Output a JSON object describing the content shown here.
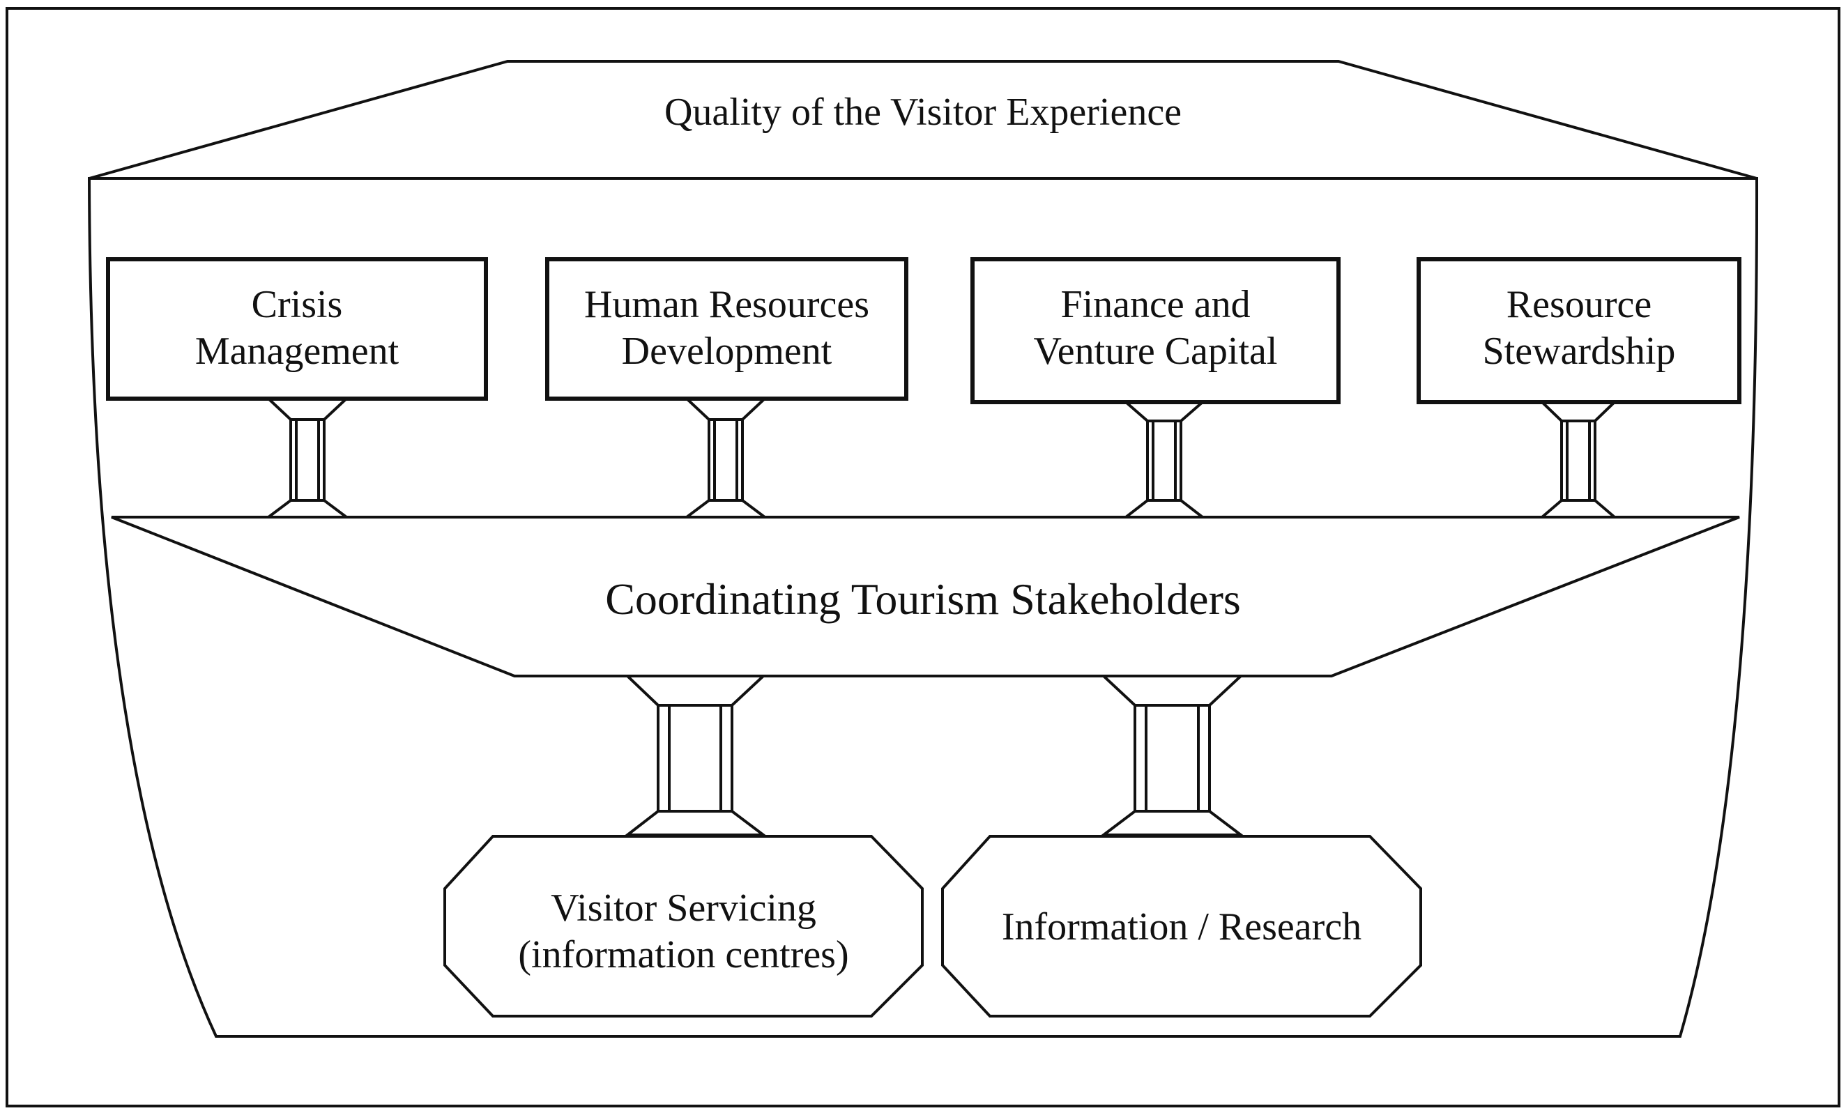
{
  "diagram": {
    "top_label": "Quality of the Visitor Experience",
    "boxes": [
      {
        "line1": "Crisis",
        "line2": "Management"
      },
      {
        "line1": "Human Resources",
        "line2": "Development"
      },
      {
        "line1": "Finance and",
        "line2": "Venture Capital"
      },
      {
        "line1": "Resource",
        "line2": "Stewardship"
      }
    ],
    "middle_label": "Coordinating Tourism Stakeholders",
    "bottom_nodes": [
      {
        "line1": "Visitor Servicing",
        "line2": "(information centres)"
      },
      {
        "line1": "Information / Research"
      }
    ]
  }
}
